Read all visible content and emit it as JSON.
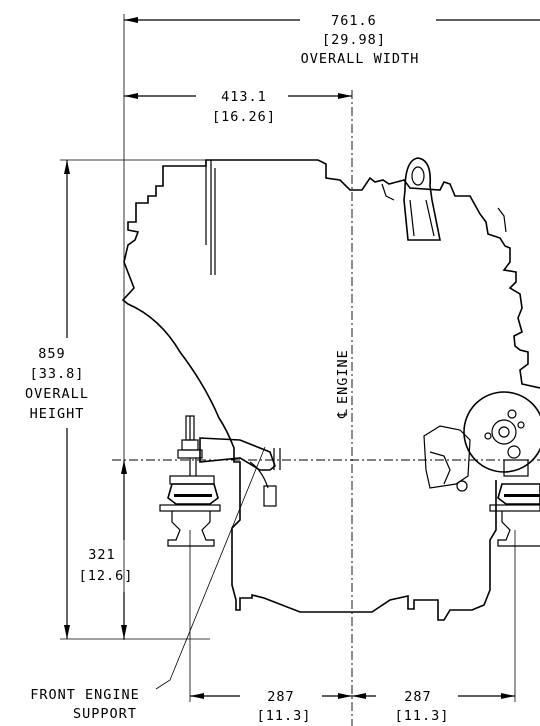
{
  "dimensions": {
    "overall_width": {
      "mm": "761.6",
      "in": "[29.98]",
      "label": "OVERALL WIDTH"
    },
    "half_width": {
      "mm": "413.1",
      "in": "[16.26]"
    },
    "overall_height": {
      "mm": "859",
      "in": "[33.8]",
      "label1": "OVERALL",
      "label2": "HEIGHT"
    },
    "support_height": {
      "mm": "321",
      "in": "[12.6]"
    },
    "left_support_offset": {
      "mm": "287",
      "in": "[11.3]"
    },
    "right_support_offset": {
      "mm": "287",
      "in": "[11.3]"
    }
  },
  "callouts": {
    "front_engine_support_line1": "FRONT ENGINE",
    "front_engine_support_line2": "SUPPORT",
    "engine_centerline": "ENGINE",
    "centerline_symbol": "℄"
  }
}
